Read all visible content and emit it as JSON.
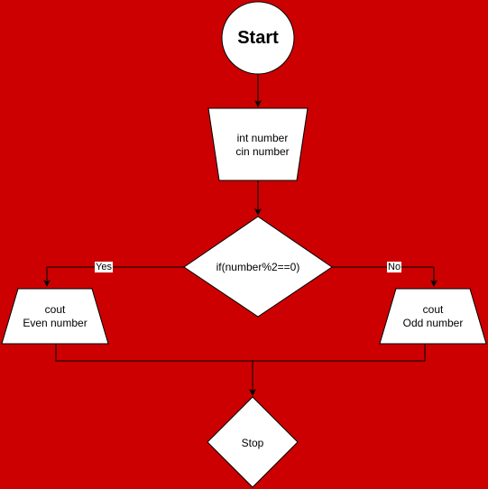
{
  "diagram": {
    "start": "Start",
    "input": [
      "int number",
      "cin number"
    ],
    "decision": "if(number%2==0)",
    "even": [
      "cout",
      "Even number"
    ],
    "odd": [
      "cout",
      "Odd number"
    ],
    "stop": "Stop",
    "yes_label": "Yes",
    "no_label": "No"
  },
  "colors": {
    "background": "#cc0000",
    "shape_fill": "#ffffff",
    "stroke": "#000000"
  }
}
